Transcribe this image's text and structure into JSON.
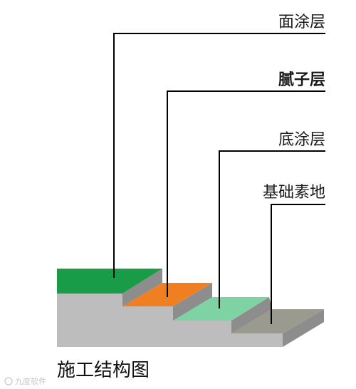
{
  "layers": [
    {
      "label": "面涂层",
      "color": "#1a9b48"
    },
    {
      "label": "腻子层",
      "color": "#f07f22"
    },
    {
      "label": "底涂层",
      "color": "#7fd2a3"
    },
    {
      "label": "基础素地",
      "color": "#9a9a8e"
    }
  ],
  "slab_colors": {
    "front": "#bdbdbd",
    "front_light": "#d6d6d6",
    "side": "#8d8d8d"
  },
  "caption": "施工结构图",
  "watermark": "九度软件"
}
